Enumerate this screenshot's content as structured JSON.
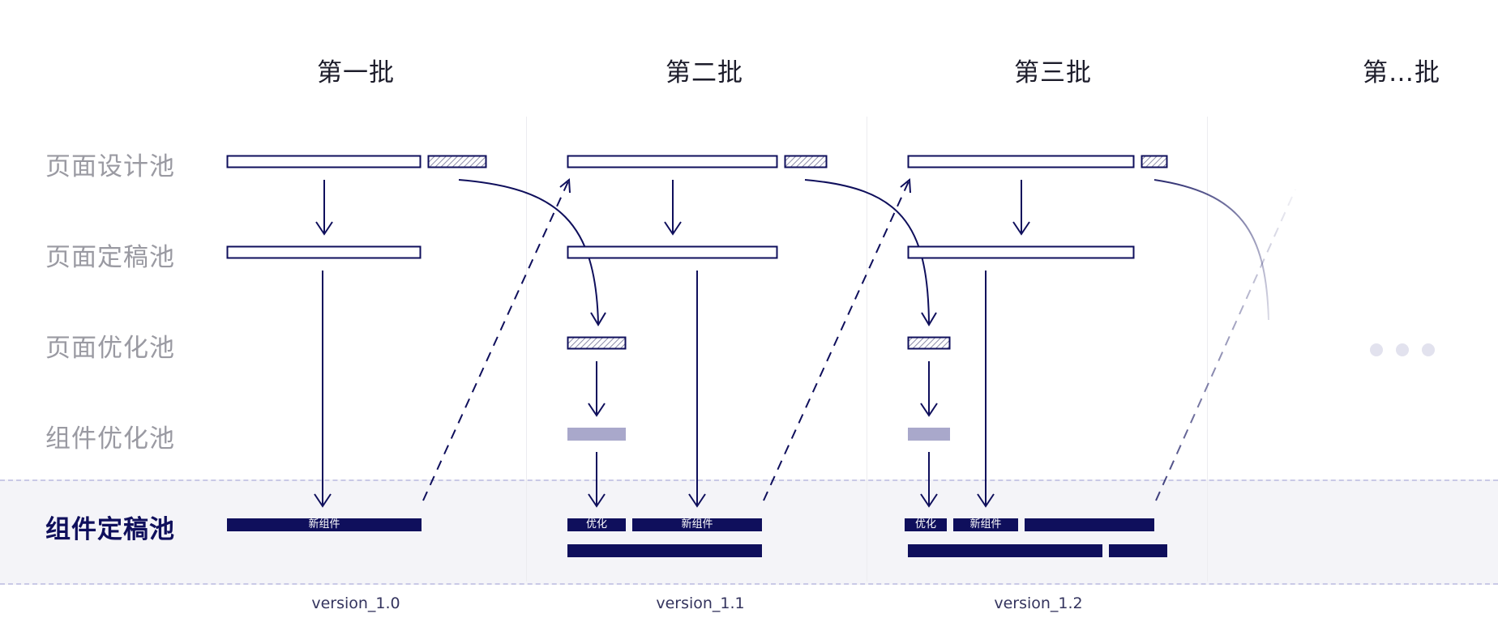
{
  "columns": [
    "第一批",
    "第二批",
    "第三批",
    "第…批"
  ],
  "rows": [
    "页面设计池",
    "页面定稿池",
    "页面优化池",
    "组件优化池",
    "组件定稿池"
  ],
  "versions": [
    "version_1.0",
    "version_1.1",
    "version_1.2"
  ],
  "labels": {
    "new_component": "新组件",
    "optimize": "优化"
  },
  "colors": {
    "primary": "#0f0f5c",
    "muted_bar": "#a9a8cb",
    "row_label": "#9a9aa2",
    "highlight_band": "#f4f4f8",
    "dashed_border": "#c9c9e6",
    "ellipsis_dots": "#e2e2ee"
  },
  "ellipsis": "more-batches-dots"
}
